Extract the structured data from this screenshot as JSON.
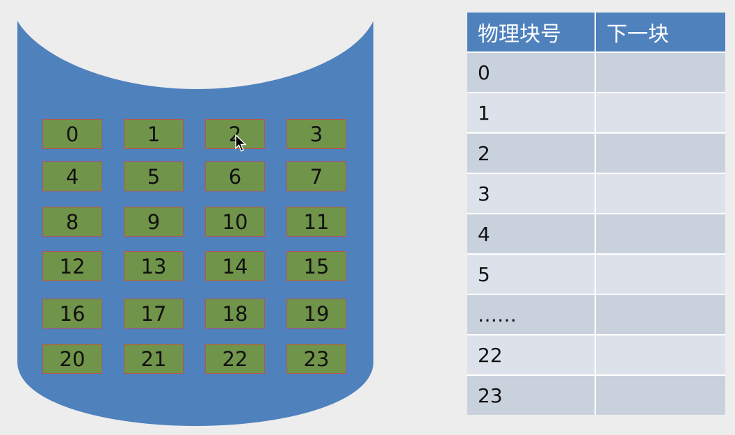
{
  "disk": {
    "colors": {
      "cylinder": "#4f81bd",
      "block_fill": "#70944a",
      "block_border": "#c0504d"
    },
    "blocks": [
      "0",
      "1",
      "2",
      "3",
      "4",
      "5",
      "6",
      "7",
      "8",
      "9",
      "10",
      "11",
      "12",
      "13",
      "14",
      "15",
      "16",
      "17",
      "18",
      "19",
      "20",
      "21",
      "22",
      "23"
    ]
  },
  "table": {
    "headers": {
      "col1": "物理块号",
      "col2": "下一块"
    },
    "colors": {
      "header_bg": "#4f81bd",
      "row_odd": "#c9d1dd",
      "row_even": "#dde2ea"
    },
    "rows": [
      {
        "block": "0",
        "next": ""
      },
      {
        "block": "1",
        "next": ""
      },
      {
        "block": "2",
        "next": ""
      },
      {
        "block": "3",
        "next": ""
      },
      {
        "block": "4",
        "next": ""
      },
      {
        "block": "5",
        "next": ""
      },
      {
        "block": "……",
        "next": ""
      },
      {
        "block": "22",
        "next": ""
      },
      {
        "block": "23",
        "next": ""
      }
    ]
  },
  "cursor": {
    "icon": "mouse-pointer-icon"
  }
}
